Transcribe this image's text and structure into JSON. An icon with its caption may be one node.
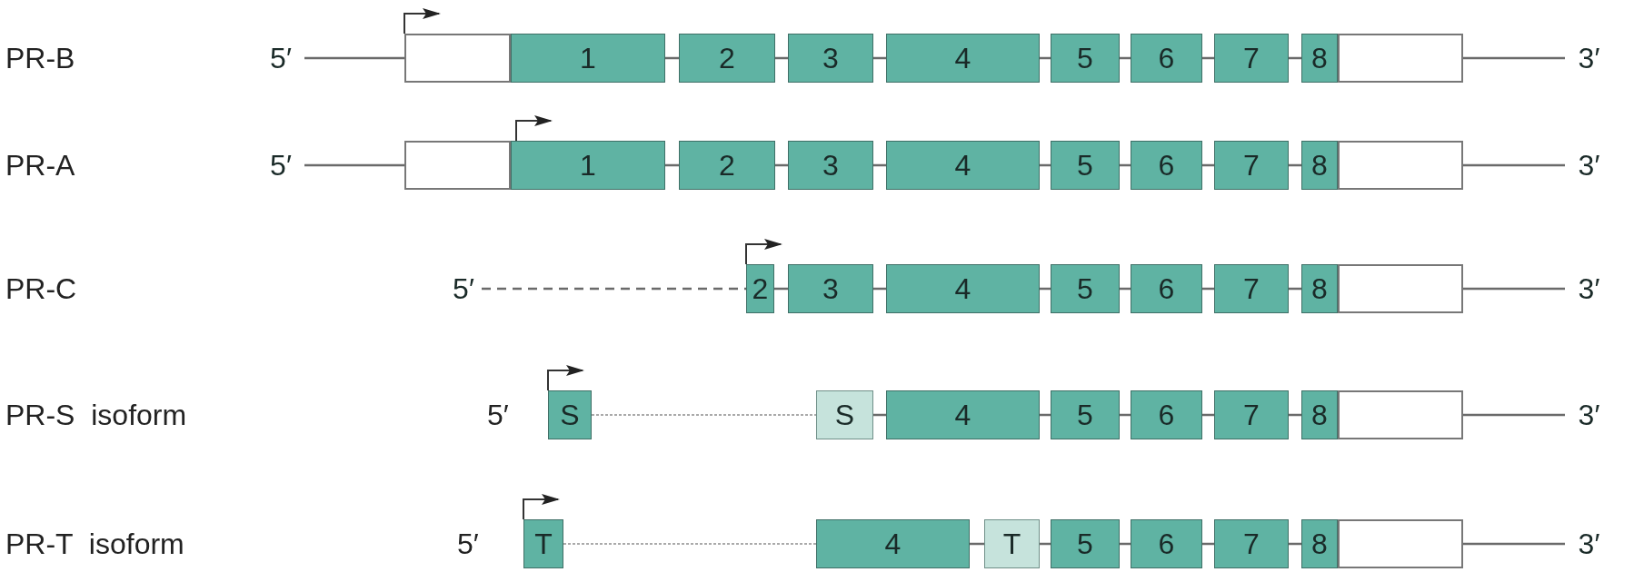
{
  "diagram": {
    "nodes": [
      {
        "text": [
          "5′"
        ]
      },
      {
        "text": [],
        "shape": "box"
      },
      {
        "text": [
          "1"
        ]
      },
      {
        "text": [
          "2"
        ]
      },
      {
        "text": [
          "3"
        ]
      },
      {
        "text": [
          "4"
        ]
      },
      {
        "text": [
          "5"
        ]
      },
      {
        "text": [
          "6"
        ]
      },
      {
        "text": [
          "7"
        ]
      },
      {
        "text": [
          "8"
        ]
      },
      {
        "text": [],
        "shape": "box"
      },
      {
        "text": [
          "3′"
        ]
      },
      {
        "text": [
          "5′"
        ]
      },
      {
        "text": [],
        "shape": "box"
      },
      {
        "text": [
          "1"
        ]
      },
      {
        "text": [
          "2"
        ]
      },
      {
        "text": [
          "3"
        ]
      },
      {
        "text": [
          "4"
        ]
      },
      {
        "text": [
          "5"
        ]
      },
      {
        "text": [
          "6"
        ]
      },
      {
        "text": [
          "7"
        ]
      },
      {
        "text": [
          "8"
        ]
      },
      {
        "text": [],
        "shape": "box"
      },
      {
        "text": [
          "3′"
        ]
      },
      {
        "text": [
          "5′"
        ]
      },
      {
        "text": [
          "2"
        ]
      },
      {
        "text": [
          "3"
        ]
      },
      {
        "text": [
          "4"
        ]
      },
      {
        "text": [
          "5"
        ]
      },
      {
        "text": [
          "6"
        ]
      },
      {
        "text": [
          "7"
        ]
      },
      {
        "text": [
          "8"
        ]
      },
      {
        "text": [],
        "shape": "box"
      },
      {
        "text": [
          "3′"
        ]
      },
      {
        "text": [
          "S"
        ]
      },
      {
        "text": [
          "S"
        ]
      },
      {
        "text": [
          "4"
        ]
      },
      {
        "text": [
          "5"
        ]
      },
      {
        "text": [
          "6"
        ]
      },
      {
        "text": [
          "7"
        ]
      },
      {
        "text": [
          "8"
        ]
      },
      {
        "text": [],
        "shape": "box"
      },
      {
        "text": [
          "3′"
        ]
      },
      {
        "text": [
          "T"
        ]
      },
      {
        "text": [
          "4"
        ]
      },
      {
        "text": [
          "T"
        ]
      },
      {
        "text": [
          "5"
        ]
      },
      {
        "text": [
          "6"
        ]
      },
      {
        "text": [
          "7"
        ]
      },
      {
        "text": [
          "8"
        ]
      },
      {
        "text": [],
        "shape": "box"
      },
      {
        "text": [
          "3′"
        ]
      }
    ],
    "edges": [
      {
        "from": 0,
        "to": 1,
        "arrow": "none"
      },
      {
        "from": 2,
        "to": 3,
        "arrow": "none"
      },
      {
        "from": 3,
        "to": 4,
        "arrow": "none"
      },
      {
        "from": 4,
        "to": 5,
        "arrow": "none"
      },
      {
        "from": 5,
        "to": 6,
        "arrow": "none"
      },
      {
        "from": 6,
        "to": 7,
        "arrow": "none"
      },
      {
        "from": 7,
        "to": 8,
        "arrow": "none"
      },
      {
        "from": 8,
        "to": 9,
        "arrow": "none"
      },
      {
        "from": 10,
        "to": 11,
        "arrow": "none"
      },
      {
        "from": 12,
        "to": 13,
        "arrow": "none"
      },
      {
        "from": 14,
        "to": 15,
        "arrow": "none"
      },
      {
        "from": 15,
        "to": 16,
        "arrow": "none"
      },
      {
        "from": 16,
        "to": 17,
        "arrow": "none"
      },
      {
        "from": 17,
        "to": 18,
        "arrow": "none"
      },
      {
        "from": 18,
        "to": 19,
        "arrow": "none"
      },
      {
        "from": 19,
        "to": 20,
        "arrow": "none"
      },
      {
        "from": 20,
        "to": 21,
        "arrow": "none"
      },
      {
        "from": 22,
        "to": 23,
        "arrow": "none"
      },
      {
        "from": 24,
        "to": 25,
        "arrow": "none",
        "style": "dashed"
      },
      {
        "from": 25,
        "to": 26,
        "arrow": "none"
      },
      {
        "from": 26,
        "to": 27,
        "arrow": "none"
      },
      {
        "from": 27,
        "to": 28,
        "arrow": "none"
      },
      {
        "from": 28,
        "to": 29,
        "arrow": "none"
      },
      {
        "from": 29,
        "to": 30,
        "arrow": "none"
      },
      {
        "from": 30,
        "to": 31,
        "arrow": "none"
      },
      {
        "from": 32,
        "to": 33,
        "arrow": "none"
      },
      {
        "from": 34,
        "to": 35,
        "arrow": "none",
        "style": "dashed",
        "color": "#aaaaaa"
      },
      {
        "from": 35,
        "to": 36,
        "arrow": "none"
      },
      {
        "from": 36,
        "to": 37,
        "arrow": "none"
      },
      {
        "from": 37,
        "to": 38,
        "arrow": "none"
      },
      {
        "from": 38,
        "to": 39,
        "arrow": "none"
      },
      {
        "from": 39,
        "to": 40,
        "arrow": "none"
      },
      {
        "from": 41,
        "to": 42,
        "arrow": "none"
      },
      {
        "from": 43,
        "to": 44,
        "arrow": "none",
        "style": "dashed",
        "color": "#aaaaaa"
      },
      {
        "from": 44,
        "to": 45,
        "arrow": "none"
      },
      {
        "from": 45,
        "to": 46,
        "arrow": "none"
      },
      {
        "from": 46,
        "to": 47,
        "arrow": "none"
      },
      {
        "from": 47,
        "to": 48,
        "arrow": "none"
      },
      {
        "from": 48,
        "to": 49,
        "arrow": "none"
      },
      {
        "from": 50,
        "to": 51,
        "arrow": "none"
      }
    ],
    "labels": [
      "PR-B",
      "PR-A",
      "PR-C",
      "PR-S  isoform",
      "PR-T  isoform",
      "5′",
      "5′"
    ]
  }
}
